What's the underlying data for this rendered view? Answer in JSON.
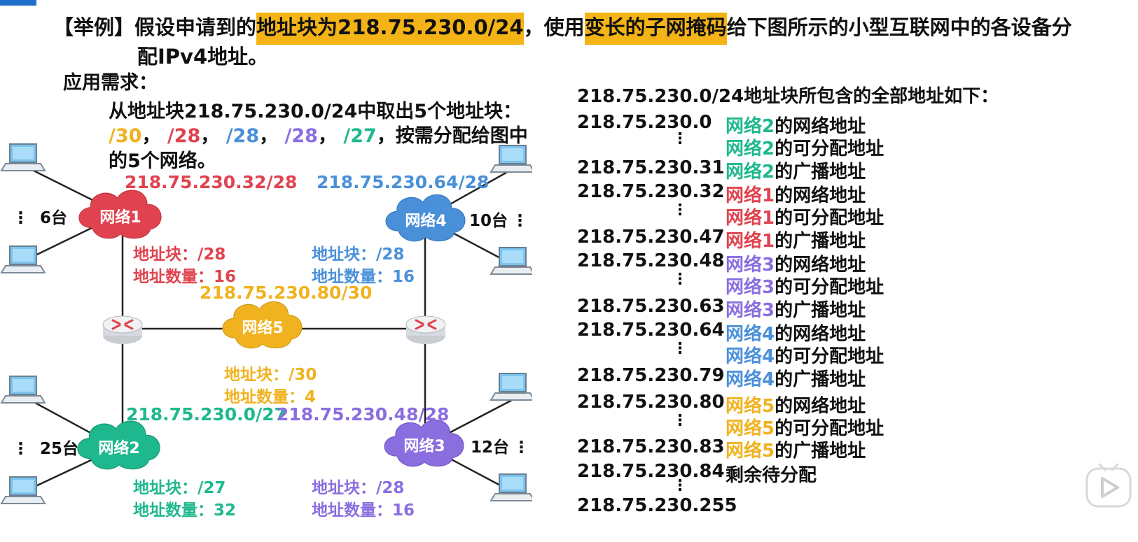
{
  "title": {
    "prefix": "【举例】假设申请到的",
    "hl1": "地址块为218.75.230.0/24",
    "mid": "，使用",
    "hl2": "变长的子网掩码",
    "suffix": "给下图所示的小型互联网中的各设备分",
    "line2": "配IPv4地址。"
  },
  "requirements": {
    "heading": "应用需求：",
    "line1": "从地址块218.75.230.0/24中取出5个地址块：",
    "blocks": [
      "/30",
      "/28",
      "/28",
      "/28",
      "/27"
    ],
    "sep": "，",
    "line2_suffix": "，按需分配给图中",
    "line3": "的5个网络。"
  },
  "colors": {
    "net1": "#e0434f",
    "net2": "#1fb88e",
    "net3": "#8a6ee0",
    "net4": "#4a90d9",
    "net5": "#f0b21f",
    "text": "#111111"
  },
  "networks": {
    "n1": {
      "name": "网络1",
      "address": "218.75.230.32/28",
      "block_label": "地址块：/28",
      "count_label": "地址数量：16",
      "hosts": "6台"
    },
    "n2": {
      "name": "网络2",
      "address": "218.75.230.0/27",
      "block_label": "地址块：/27",
      "count_label": "地址数量：32",
      "hosts": "25台"
    },
    "n3": {
      "name": "网络3",
      "address": "218.75.230.48/28",
      "block_label": "地址块：/28",
      "count_label": "地址数量：16",
      "hosts": "12台"
    },
    "n4": {
      "name": "网络4",
      "address": "218.75.230.64/28",
      "block_label": "地址块：/28",
      "count_label": "地址数量：16",
      "hosts": "10台"
    },
    "n5": {
      "name": "网络5",
      "address": "218.75.230.80/30",
      "block_label": "地址块：/30",
      "count_label": "地址数量：4"
    }
  },
  "address_table": {
    "heading": "218.75.230.0/24地址块所包含的全部地址如下：",
    "rows": [
      {
        "addr": "218.75.230.0",
        "net": "网络2",
        "desc": "的网络地址",
        "color": "net2"
      },
      {
        "addr": "",
        "net": "网络2",
        "desc": "的可分配地址",
        "color": "net2"
      },
      {
        "addr": "218.75.230.31",
        "net": "网络2",
        "desc": "的广播地址",
        "color": "net2"
      },
      {
        "addr": "218.75.230.32",
        "net": "网络1",
        "desc": "的网络地址",
        "color": "net1"
      },
      {
        "addr": "",
        "net": "网络1",
        "desc": "的可分配地址",
        "color": "net1"
      },
      {
        "addr": "218.75.230.47",
        "net": "网络1",
        "desc": "的广播地址",
        "color": "net1"
      },
      {
        "addr": "218.75.230.48",
        "net": "网络3",
        "desc": "的网络地址",
        "color": "net3"
      },
      {
        "addr": "",
        "net": "网络3",
        "desc": "的可分配地址",
        "color": "net3"
      },
      {
        "addr": "218.75.230.63",
        "net": "网络3",
        "desc": "的广播地址",
        "color": "net3"
      },
      {
        "addr": "218.75.230.64",
        "net": "网络4",
        "desc": "的网络地址",
        "color": "net4"
      },
      {
        "addr": "",
        "net": "网络4",
        "desc": "的可分配地址",
        "color": "net4"
      },
      {
        "addr": "218.75.230.79",
        "net": "网络4",
        "desc": "的广播地址",
        "color": "net4"
      },
      {
        "addr": "218.75.230.80",
        "net": "网络5",
        "desc": "的网络地址",
        "color": "net5"
      },
      {
        "addr": "",
        "net": "网络5",
        "desc": "的可分配地址",
        "color": "net5"
      },
      {
        "addr": "218.75.230.83",
        "net": "网络5",
        "desc": "的广播地址",
        "color": "net5"
      },
      {
        "addr": "218.75.230.84",
        "net": "",
        "desc": "剩余待分配",
        "color": ""
      },
      {
        "addr": "",
        "net": "",
        "desc": "",
        "color": ""
      },
      {
        "addr": "218.75.230.255",
        "net": "",
        "desc": "",
        "color": ""
      }
    ]
  },
  "icons": {
    "laptop": "laptop-icon",
    "router": "router-icon",
    "cloud": "cloud-icon",
    "play": "play-icon"
  }
}
